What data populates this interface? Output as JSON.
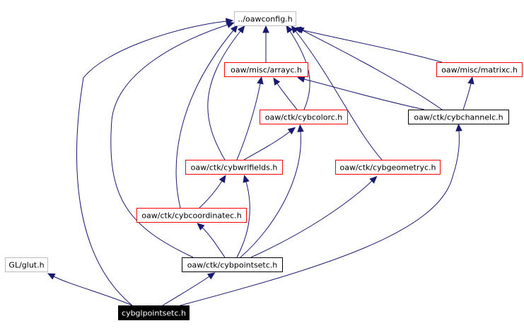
{
  "colors": {
    "edge": "#191970",
    "border_red": "#ff0000",
    "border_black": "#000000",
    "border_gray": "#bfbfbf",
    "focus_fill": "#000000",
    "focus_text": "#ffffff",
    "background": "#ffffff"
  },
  "nodes": [
    {
      "id": "oawconfig",
      "label": "../oawconfig.h",
      "style": "gray"
    },
    {
      "id": "arrayc",
      "label": "oaw/misc/arrayc.h",
      "style": "red"
    },
    {
      "id": "matrixc",
      "label": "oaw/misc/matrixc.h",
      "style": "red"
    },
    {
      "id": "cybcolorc",
      "label": "oaw/ctk/cybcolorc.h",
      "style": "red"
    },
    {
      "id": "cybchannelc",
      "label": "oaw/ctk/cybchannelc.h",
      "style": "black"
    },
    {
      "id": "cybwrlfields",
      "label": "oaw/ctk/cybwrlfields.h",
      "style": "red"
    },
    {
      "id": "cybgeometryc",
      "label": "oaw/ctk/cybgeometryc.h",
      "style": "red"
    },
    {
      "id": "cybcoordinatec",
      "label": "oaw/ctk/cybcoordinatec.h",
      "style": "red"
    },
    {
      "id": "glut",
      "label": "GL/glut.h",
      "style": "gray"
    },
    {
      "id": "cybpointsetc",
      "label": "oaw/ctk/cybpointsetc.h",
      "style": "black"
    },
    {
      "id": "cybglpointsetc",
      "label": "cybglpointsetc.h",
      "style": "focus"
    }
  ],
  "edges": [
    {
      "from": "cybglpointsetc",
      "to": "glut"
    },
    {
      "from": "cybglpointsetc",
      "to": "cybpointsetc"
    },
    {
      "from": "cybglpointsetc",
      "to": "oawconfig"
    },
    {
      "from": "cybglpointsetc",
      "to": "cybchannelc"
    },
    {
      "from": "cybpointsetc",
      "to": "oawconfig"
    },
    {
      "from": "cybpointsetc",
      "to": "cybcoordinatec"
    },
    {
      "from": "cybpointsetc",
      "to": "cybwrlfields"
    },
    {
      "from": "cybpointsetc",
      "to": "cybcolorc"
    },
    {
      "from": "cybpointsetc",
      "to": "cybgeometryc"
    },
    {
      "from": "cybcoordinatec",
      "to": "oawconfig"
    },
    {
      "from": "cybcoordinatec",
      "to": "cybwrlfields"
    },
    {
      "from": "cybwrlfields",
      "to": "oawconfig"
    },
    {
      "from": "cybwrlfields",
      "to": "arrayc"
    },
    {
      "from": "cybwrlfields",
      "to": "cybcolorc"
    },
    {
      "from": "cybcolorc",
      "to": "oawconfig"
    },
    {
      "from": "cybcolorc",
      "to": "arrayc"
    },
    {
      "from": "cybgeometryc",
      "to": "oawconfig"
    },
    {
      "from": "arrayc",
      "to": "oawconfig"
    },
    {
      "from": "matrixc",
      "to": "oawconfig"
    },
    {
      "from": "cybchannelc",
      "to": "oawconfig"
    },
    {
      "from": "cybchannelc",
      "to": "arrayc"
    },
    {
      "from": "cybchannelc",
      "to": "matrixc"
    }
  ]
}
